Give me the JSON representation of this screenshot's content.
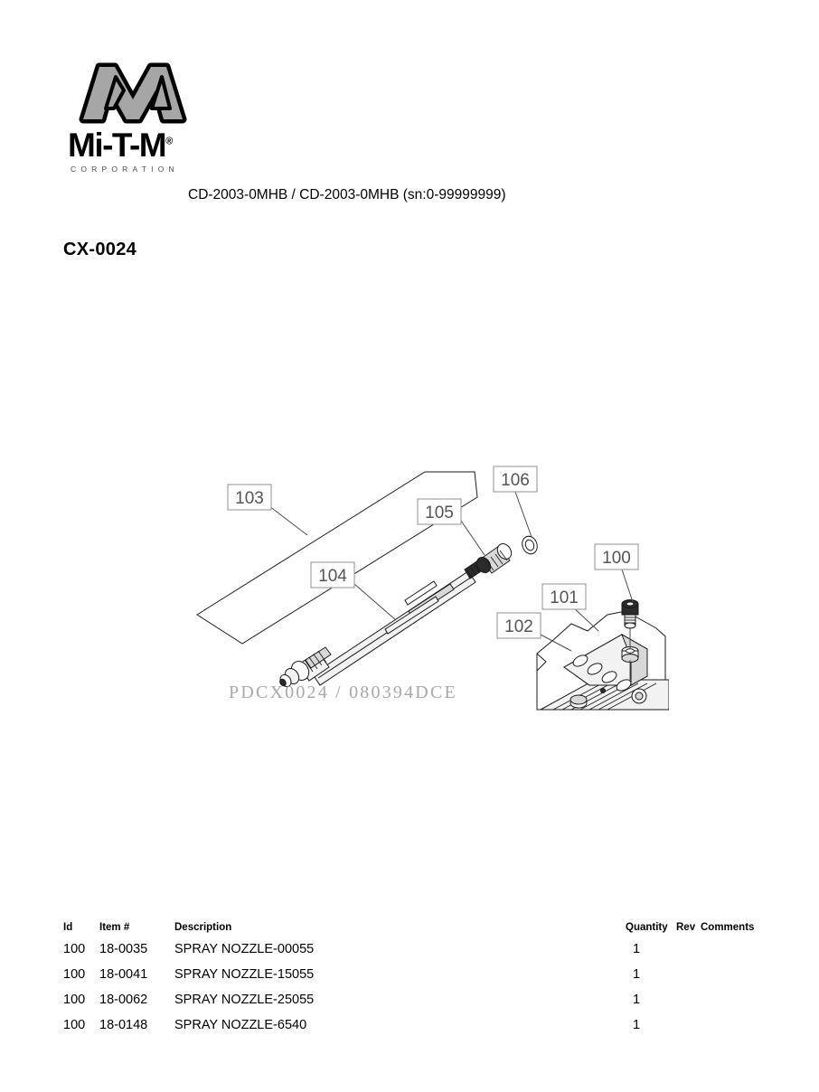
{
  "logo": {
    "mark": "mitm-m-mark",
    "wordmark": "Mi-T-M",
    "registered": "®",
    "subtext": "CORPORATION",
    "mark_color": "#a6a6a6",
    "outline_color": "#000000"
  },
  "header": {
    "model_line": "CD-2003-0MHB  / CD-2003-0MHB (sn:0-99999999)",
    "page_title": "CX-0024"
  },
  "diagram": {
    "drawing_number": "PDCX0024 / 080394DCE",
    "callouts": [
      {
        "id": "100",
        "label": "100"
      },
      {
        "id": "101",
        "label": "101"
      },
      {
        "id": "102",
        "label": "102"
      },
      {
        "id": "103",
        "label": "103"
      },
      {
        "id": "104",
        "label": "104"
      },
      {
        "id": "105",
        "label": "105"
      },
      {
        "id": "106",
        "label": "106"
      }
    ]
  },
  "table": {
    "headers": {
      "id": "Id",
      "item": "Item #",
      "description": "Description",
      "quantity": "Quantity",
      "rev": "Rev",
      "comments": "Comments"
    },
    "rows": [
      {
        "id": "100",
        "item": "18-0035",
        "description": "SPRAY NOZZLE-00055",
        "quantity": "1",
        "rev": "",
        "comments": ""
      },
      {
        "id": "100",
        "item": "18-0041",
        "description": "SPRAY NOZZLE-15055",
        "quantity": "1",
        "rev": "",
        "comments": ""
      },
      {
        "id": "100",
        "item": "18-0062",
        "description": "SPRAY NOZZLE-25055",
        "quantity": "1",
        "rev": "",
        "comments": ""
      },
      {
        "id": "100",
        "item": "18-0148",
        "description": "SPRAY NOZZLE-6540",
        "quantity": "1",
        "rev": "",
        "comments": ""
      }
    ]
  }
}
